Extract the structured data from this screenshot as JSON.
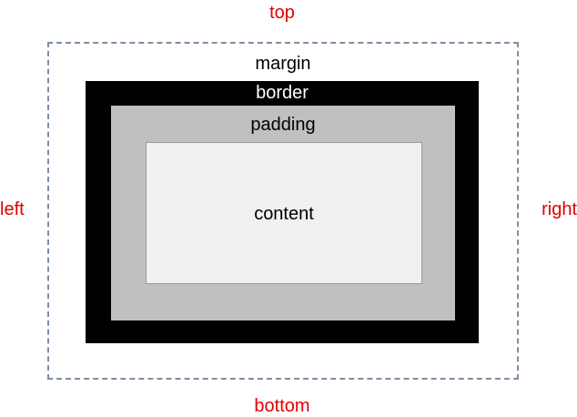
{
  "labels": {
    "top": "top",
    "bottom": "bottom",
    "left": "left",
    "right": "right"
  },
  "boxes": {
    "margin": "margin",
    "border": "border",
    "padding": "padding",
    "content": "content"
  },
  "colors": {
    "side_label": "#e00000",
    "margin_outline": "#7e8ea4",
    "border_fill": "#000000",
    "border_text": "#ffffff",
    "padding_fill": "#c0c0c0",
    "content_fill": "#f0f0f0"
  }
}
